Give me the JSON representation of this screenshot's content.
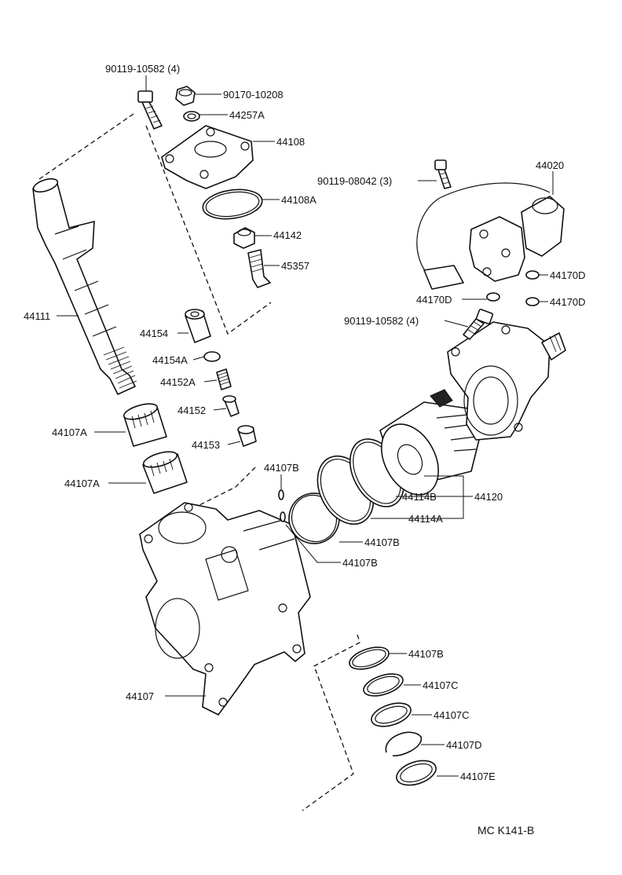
{
  "diagram_code": "MC K141-B",
  "labels": {
    "bolt_cover": "90119-10582 (4)",
    "plug": "90170-10208",
    "gasket_44257a": "44257A",
    "cover_44108": "44108",
    "oring_44108a": "44108A",
    "nut_44142": "44142",
    "screw_45357": "45357",
    "shaft_44111": "44111",
    "nut_44154": "44154",
    "ring_44154a": "44154A",
    "spring_44152a": "44152A",
    "pin_44152": "44152",
    "plug_44153": "44153",
    "bearing_1": "44107A",
    "bearing_2": "44107A",
    "oring_top": "44107B",
    "bolt_valve": "90119-08042 (3)",
    "valve_44020": "44020",
    "oring_44170d_1": "44170D",
    "oring_44170d_2": "44170D",
    "oring_44170d_3": "44170D",
    "bolt_housing": "90119-10582 (4)",
    "ring_44114b": "44114B",
    "piston_44120": "44120",
    "ring_44114a": "44114A",
    "oring_44107b_1": "44107B",
    "oring_44107b_2": "44107B",
    "housing_44107": "44107",
    "seal_44107b": "44107B",
    "seal_44107c_1": "44107C",
    "seal_44107c_2": "44107C",
    "snapring_44107d": "44107D",
    "seal_44107e": "44107E"
  }
}
